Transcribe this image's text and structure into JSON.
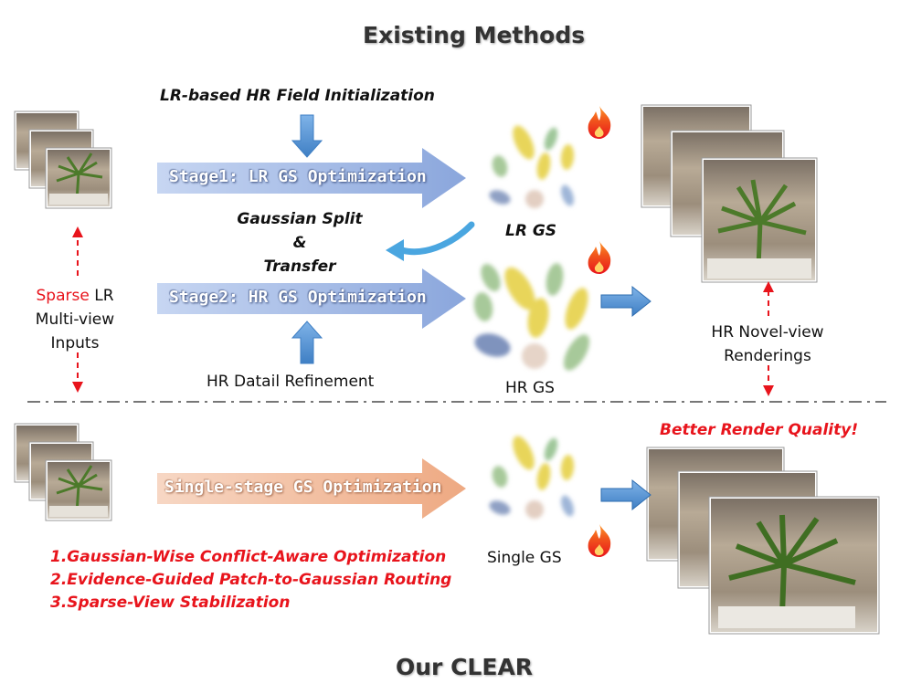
{
  "titles": {
    "top": "Existing Methods",
    "bottom": "Our CLEAR"
  },
  "existing": {
    "init_label": "LR-based HR Field Initialization",
    "stage1": "Stage1: LR GS Optimization",
    "split_line1": "Gaussian Split",
    "split_line2": "&",
    "split_line3": "Transfer",
    "stage2": "Stage2: HR GS Optimization",
    "refine_label": "HR Datail Refinement",
    "lr_gs": "LR GS",
    "hr_gs": "HR GS"
  },
  "inputs": {
    "sparse": "Sparse",
    "lr": " LR",
    "line2": "Multi-view",
    "line3": "Inputs"
  },
  "outputs": {
    "line1": "HR Novel-view",
    "line2": "Renderings"
  },
  "ours": {
    "stage": "Single-stage GS Optimization",
    "single_gs": "Single GS",
    "better": "Better Render Quality!",
    "contributions": [
      "1.Gaussian-Wise Conflict-Aware Optimization",
      "2.Evidence-Guided Patch-to-Gaussian Routing",
      "3.Sparse-View Stabilization"
    ]
  },
  "icons": [
    "flame-icon",
    "gaussian-cluster-icon",
    "photo-stack-icon",
    "arrow-icon"
  ],
  "colors": {
    "accent_red": "#e8141c",
    "stage_blue": "#9fb6e3",
    "stage_orange": "#f2b99a",
    "arrow_blue": "#5b9bd5"
  }
}
